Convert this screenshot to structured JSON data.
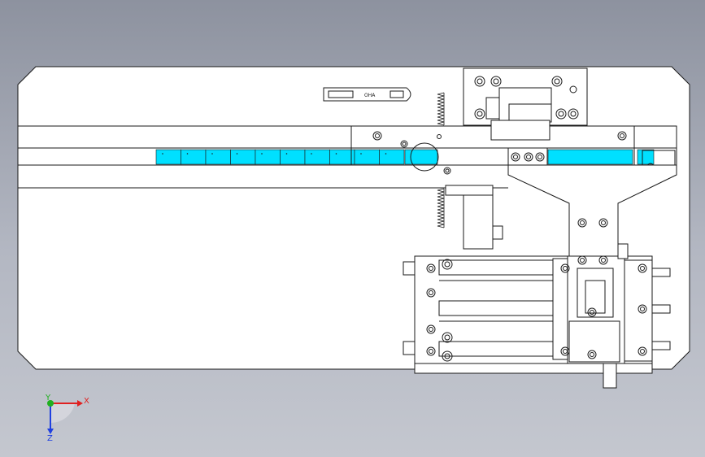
{
  "viewport": {
    "background_top": "#8d929f",
    "background_bottom": "#c4c7cf",
    "sheet_color": "#ffffff",
    "line_color": "#1a1a1a"
  },
  "parts": {
    "slider_text": "OHA",
    "conveyor_highlight_color": "#00e0ff",
    "conveyor_segments": 10
  },
  "triad": {
    "x_label": "X",
    "y_label": "Y",
    "z_label": "Z",
    "x_color": "#e02020",
    "y_color": "#20b020",
    "z_color": "#2040e0"
  }
}
